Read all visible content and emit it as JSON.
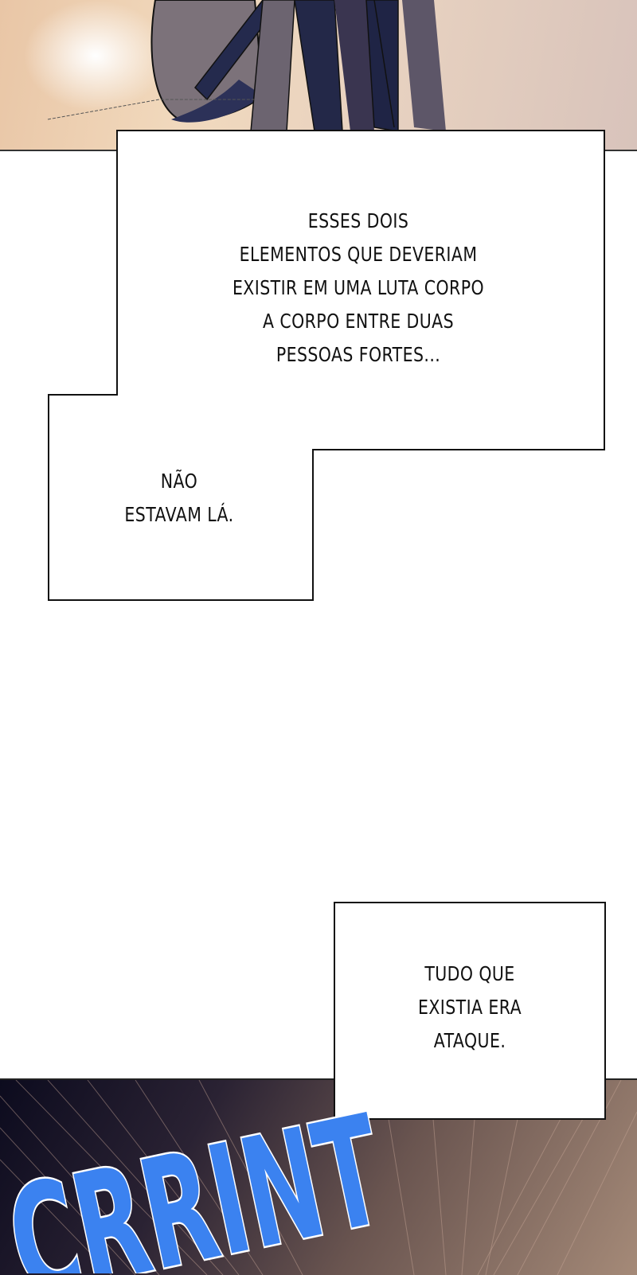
{
  "narration": {
    "box1": [
      "ESSES DOIS",
      "ELEMENTOS QUE DEVERIAM",
      "EXISTIR EM UMA LUTA CORPO",
      "A CORPO ENTRE DUAS",
      "PESSOAS FORTES..."
    ],
    "box2": [
      "NÃO",
      "ESTAVAM LÁ."
    ],
    "box3": [
      "TUDO QUE",
      "EXISTIA ERA",
      "ATAQUE."
    ]
  },
  "sfx": {
    "text": "CRRINT",
    "color": "#3b82f0"
  }
}
